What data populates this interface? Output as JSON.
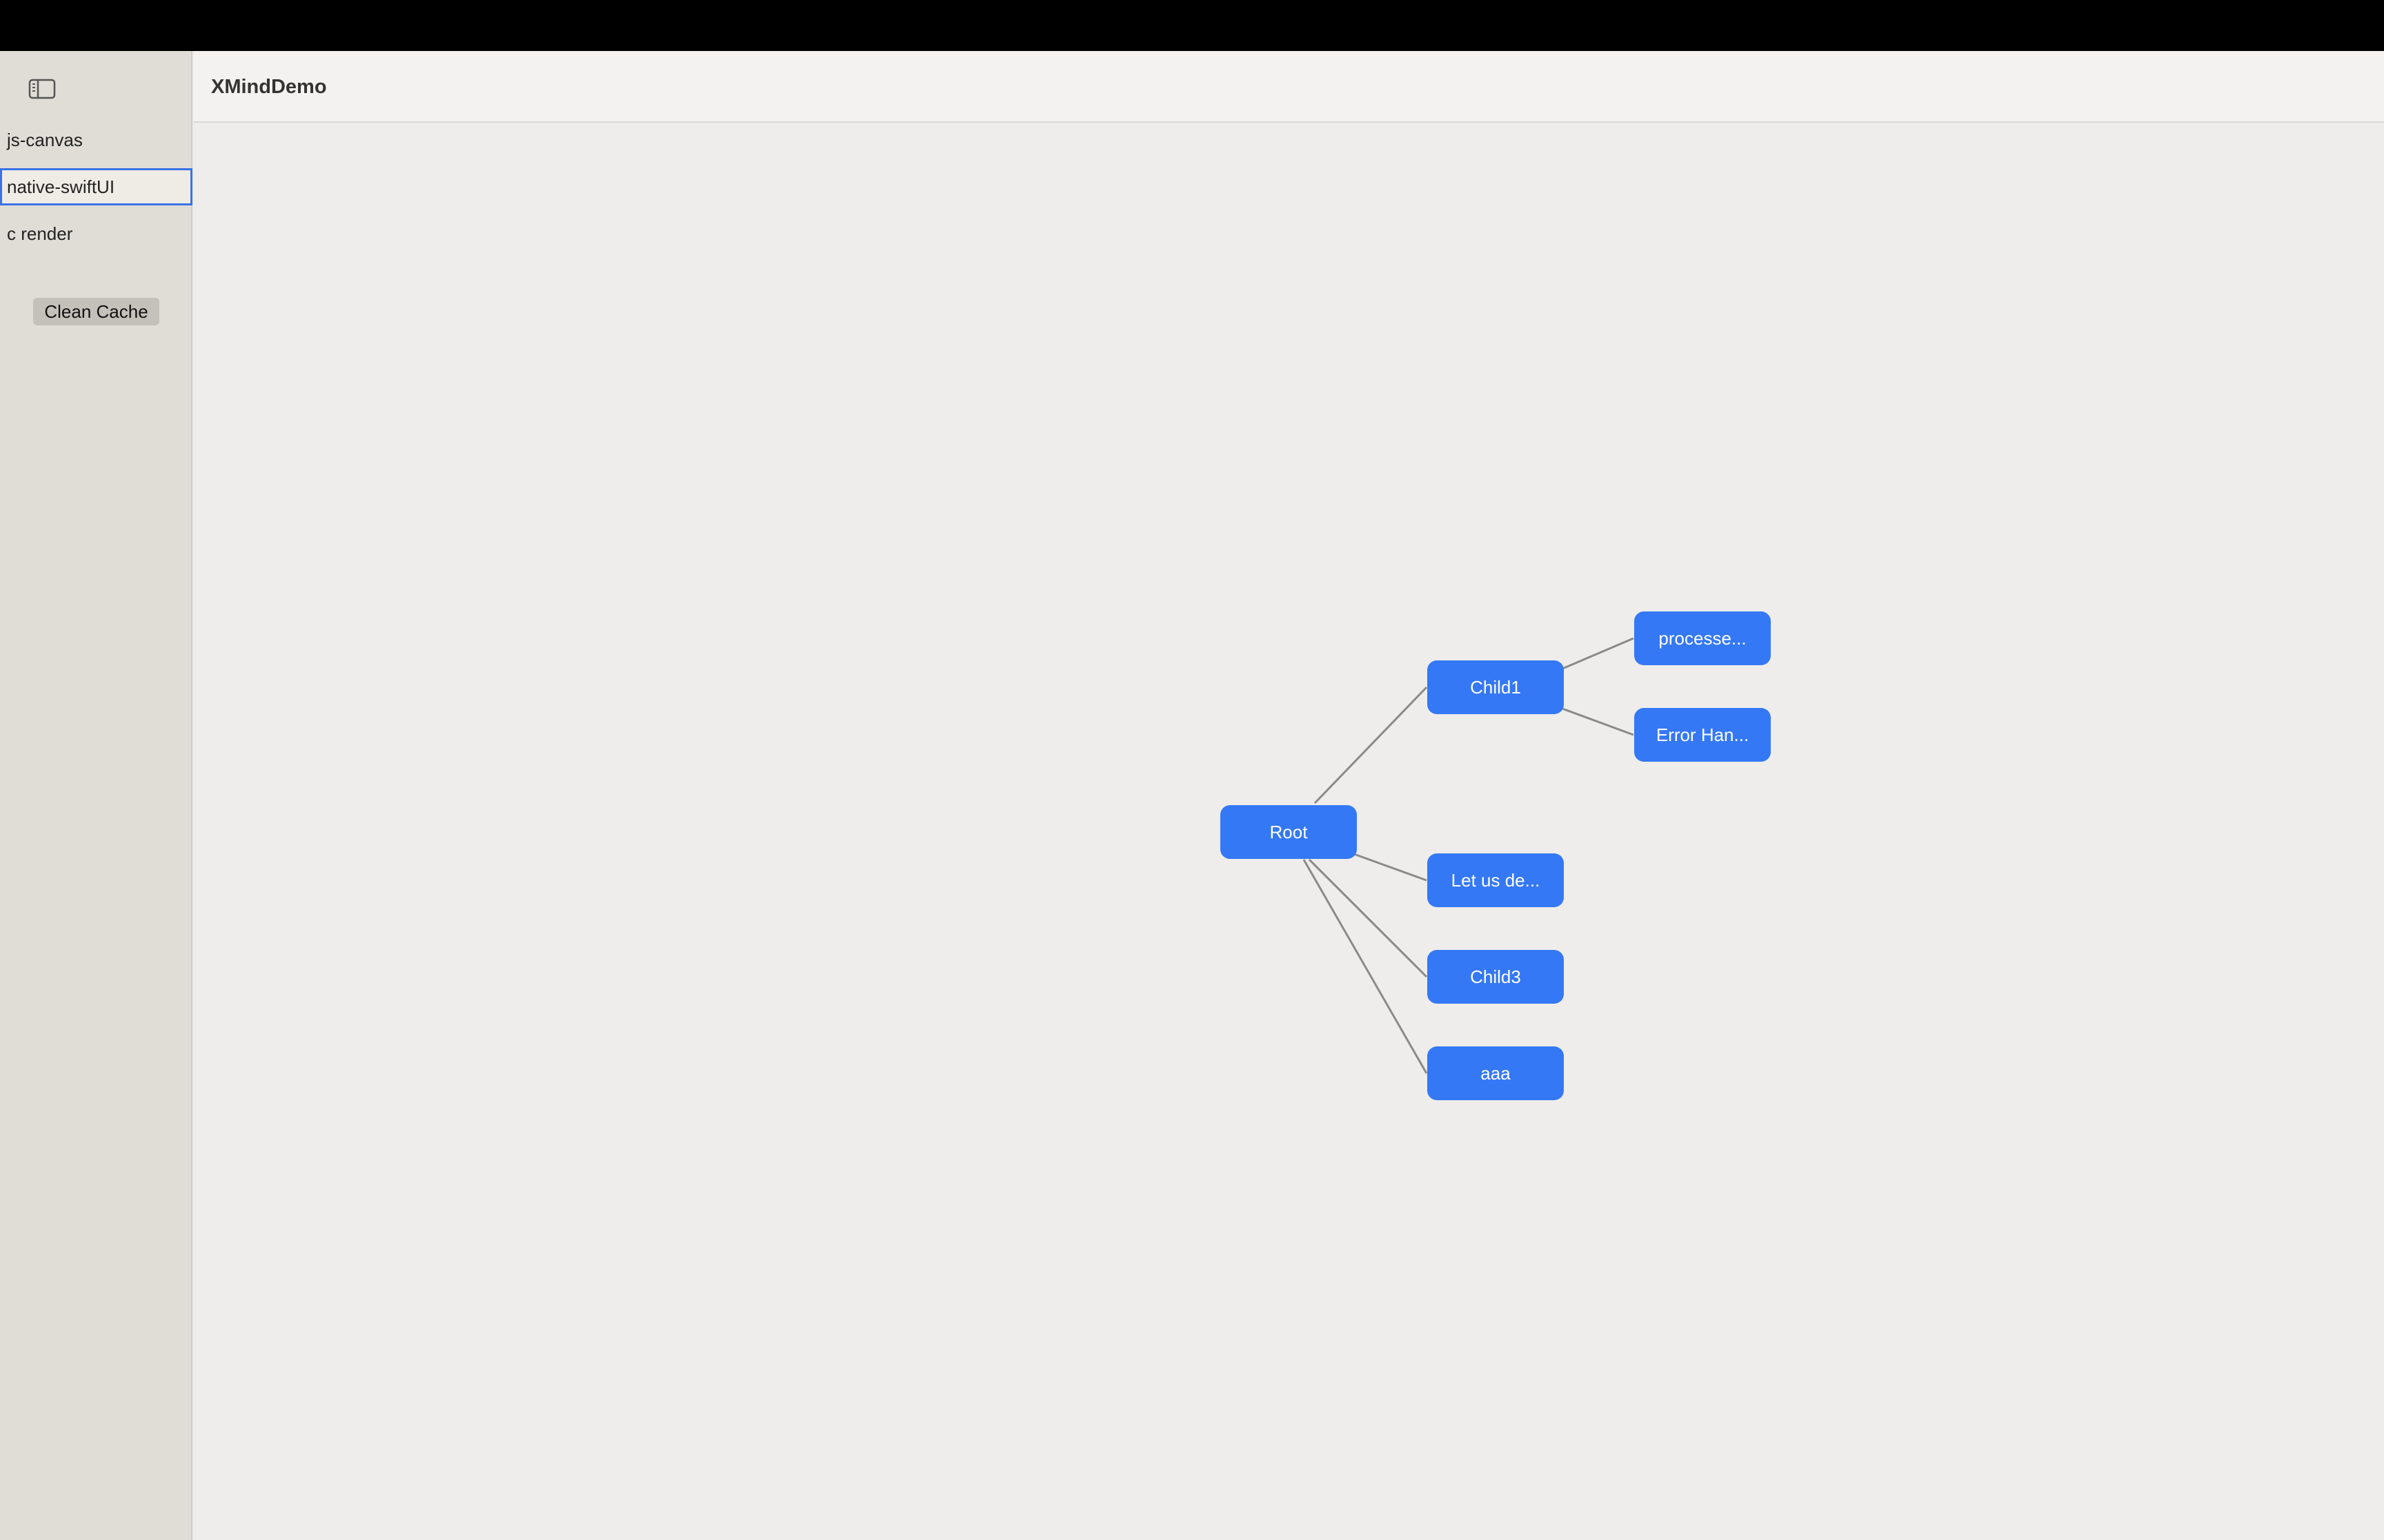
{
  "window": {
    "title": "XMindDemo"
  },
  "sidebar": {
    "toggle_icon": "sidebar-toggle-icon",
    "items": [
      {
        "label": "js-canvas",
        "selected": false
      },
      {
        "label": "native-swiftUI",
        "selected": true
      },
      {
        "label": "c render",
        "selected": false
      }
    ],
    "clean_cache_label": "Clean Cache"
  },
  "colors": {
    "node_fill": "#3478f6",
    "edge": "#8a8a8a",
    "selection_border": "#3a72e6"
  },
  "mindmap": {
    "nodes": [
      {
        "id": "root",
        "label": "Root"
      },
      {
        "id": "child1",
        "label": "Child1"
      },
      {
        "id": "processe",
        "label": "processe..."
      },
      {
        "id": "errorhan",
        "label": "Error Han..."
      },
      {
        "id": "letusde",
        "label": "Let us de..."
      },
      {
        "id": "child3",
        "label": "Child3"
      },
      {
        "id": "aaa",
        "label": "aaa"
      }
    ],
    "edges": [
      {
        "from": "root",
        "to": "child1"
      },
      {
        "from": "root",
        "to": "letusde"
      },
      {
        "from": "root",
        "to": "child3"
      },
      {
        "from": "root",
        "to": "aaa"
      },
      {
        "from": "child1",
        "to": "processe"
      },
      {
        "from": "child1",
        "to": "errorhan"
      }
    ]
  }
}
